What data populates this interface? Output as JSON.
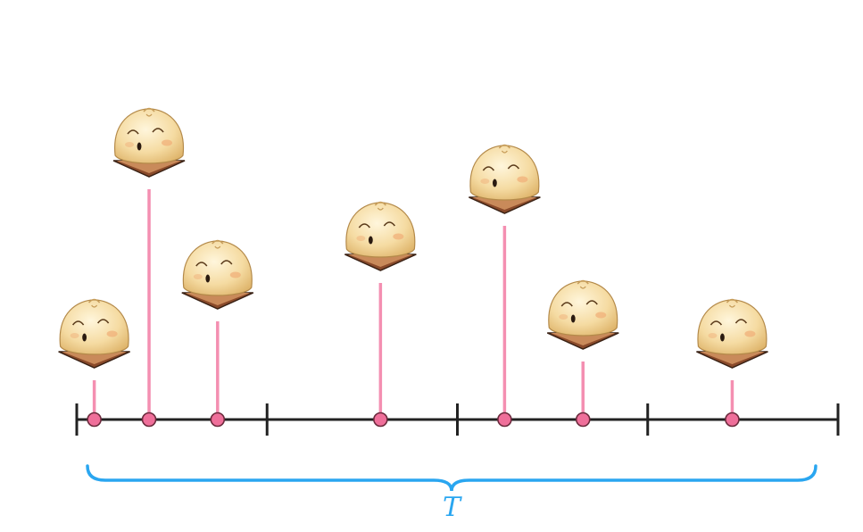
{
  "timeline": {
    "ticks": 5,
    "events": [
      {
        "t": 0.023,
        "height": 0.44
      },
      {
        "t": 0.095,
        "height": 2.58
      },
      {
        "t": 0.185,
        "height": 1.1
      },
      {
        "t": 0.399,
        "height": 1.53
      },
      {
        "t": 0.562,
        "height": 2.17
      },
      {
        "t": 0.665,
        "height": 0.65
      },
      {
        "t": 0.861,
        "height": 0.44
      }
    ]
  },
  "brace": {
    "label": "T",
    "color": "#2aa6f0"
  },
  "colors": {
    "axis": "#222222",
    "stem": "#f48fb1",
    "stem_dark": "#c75b86",
    "dot": "#ef6f9a",
    "dot_stroke": "#6b2a3c",
    "bun": "#f5dba2",
    "bun_shade": "#e9c37c"
  },
  "icons": {
    "event_marker": "steamed-bun-icon"
  }
}
